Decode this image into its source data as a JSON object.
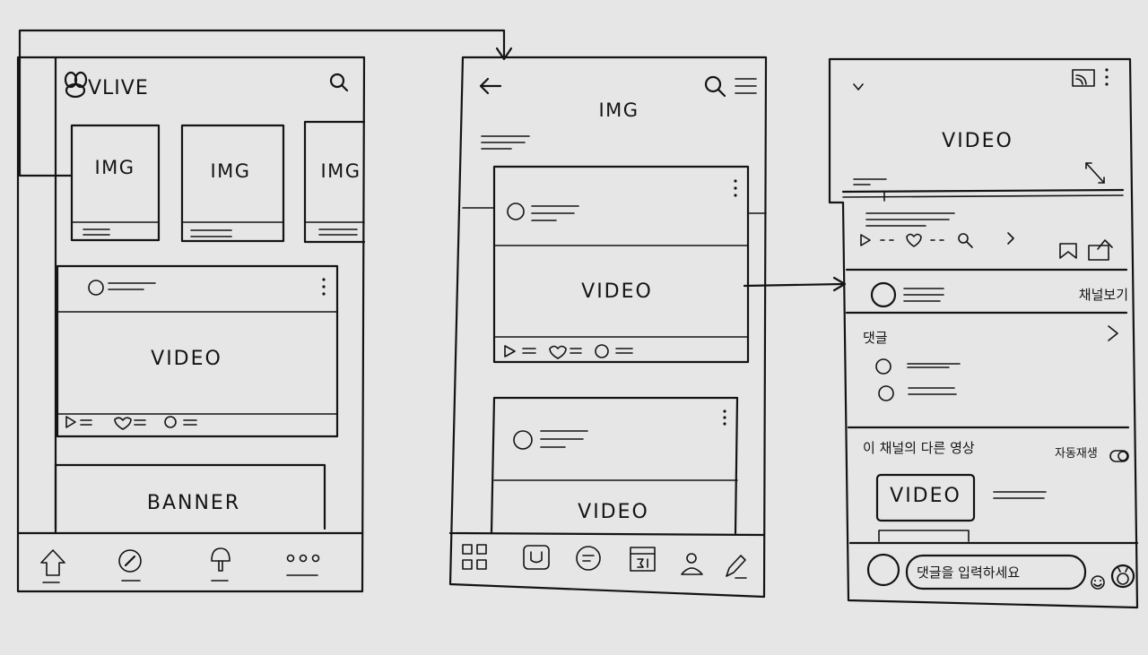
{
  "screen_home": {
    "logo_text": "VLIVE",
    "carousel_cards": [
      "IMG",
      "IMG",
      "IMG"
    ],
    "video_card_label": "VIDEO",
    "banner_label": "BANNER"
  },
  "screen_channel": {
    "header_img_label": "IMG",
    "video_cards": [
      "VIDEO",
      "VIDEO"
    ]
  },
  "screen_player": {
    "player_label": "VIDEO",
    "channel_link": "채널보기",
    "comments_heading": "댓글",
    "more_videos_heading": "이 채널의 다른 영상",
    "autoplay_label": "자동재생",
    "related_video_label": "VIDEO",
    "comment_placeholder": "댓글을 입력하세요"
  }
}
